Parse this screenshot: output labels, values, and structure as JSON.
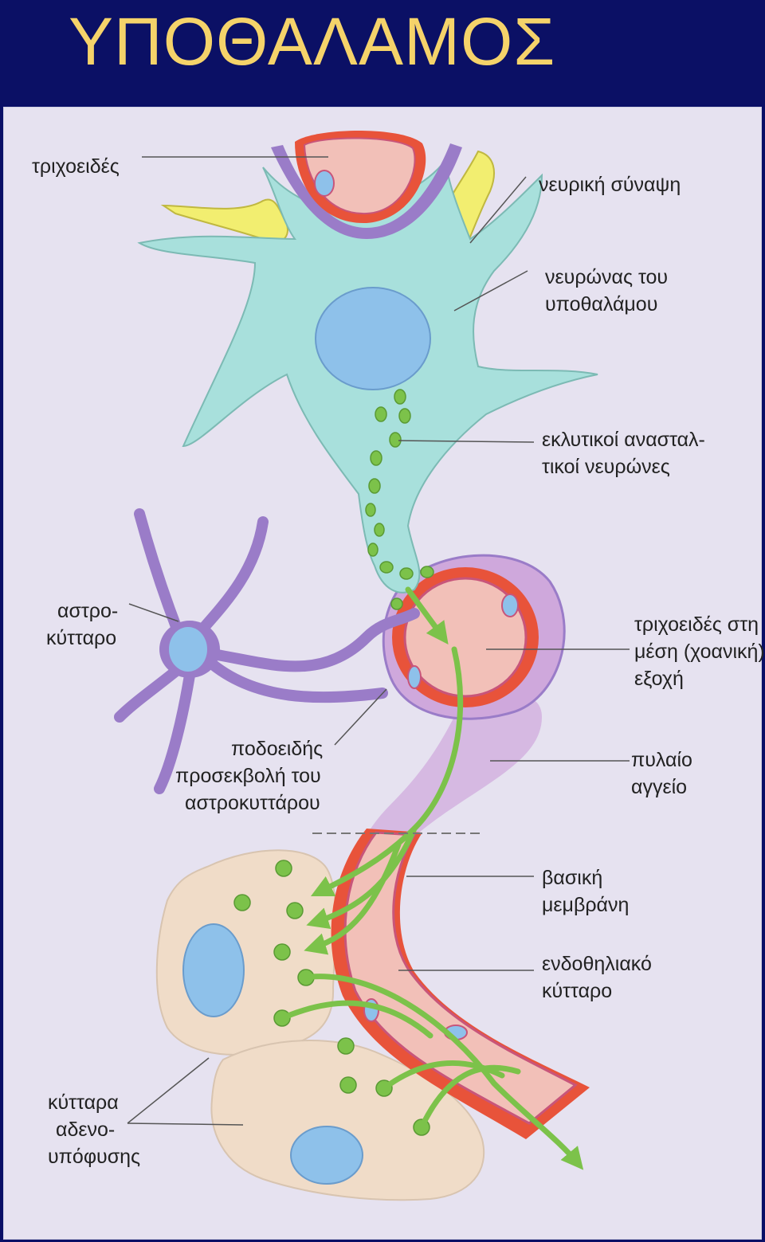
{
  "title": "ΥΠΟΘΑΛΑΜΟΣ",
  "labels": {
    "capillary": "τριχοειδές",
    "synapse": "νευρική σύναψη",
    "neuron_l1": "νευρώνας του",
    "neuron_l2": "υποθαλάμου",
    "releasing_l1": "εκλυτικοί ανασταλ-",
    "releasing_l2": "τικοί νευρώνες",
    "astro_l1": "αστρο-",
    "astro_l2": "κύτταρο",
    "median_l1": "τριχοειδές στη",
    "median_l2": "μέση (χοανική)",
    "median_l3": "εξοχή",
    "foot_l1": "ποδοειδής",
    "foot_l2": "προσεκβολή του",
    "foot_l3": "αστροκυττάρου",
    "portal_l1": "πυλαίο",
    "portal_l2": "αγγείο",
    "basement_l1": "βασική",
    "basement_l2": "μεμβράνη",
    "endothelial_l1": "ενδοθηλιακό",
    "endothelial_l2": "κύτταρο",
    "adeno_l1": "κύτταρα",
    "adeno_l2": "αδενο-",
    "adeno_l3": "υπόφυσης"
  },
  "colors": {
    "background": "#0b1065",
    "title": "#f5d36a",
    "panel": "#e6e2f0",
    "neuron": "#a8e0dc",
    "nucleus": "#8ec1ea",
    "vesicle": "#7cc24a",
    "astrocyte": "#9a7cc8",
    "vessel_wall": "#e8533a",
    "vessel_inner": "#f2c0b8",
    "glia_yellow": "#f2ee70",
    "adeno_cell": "#f0dcc8",
    "portal_sheath": "#cfa8dc"
  }
}
